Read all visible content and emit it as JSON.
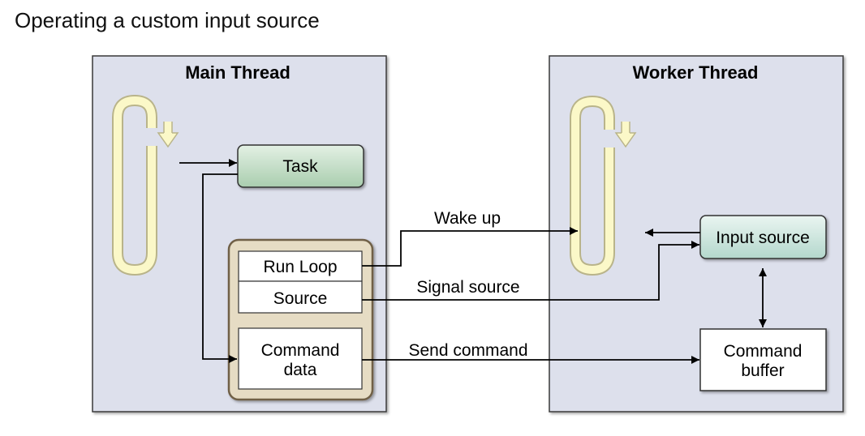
{
  "caption": "Operating a custom input source",
  "main_thread": {
    "title": "Main Thread",
    "task": "Task",
    "run_loop": "Run Loop",
    "source": "Source",
    "command_data": [
      "Command",
      "data"
    ]
  },
  "worker_thread": {
    "title": "Worker Thread",
    "input_source": "Input source",
    "command_buffer": [
      "Command",
      "buffer"
    ]
  },
  "connections": {
    "wake_up": "Wake up",
    "signal_source": "Signal source",
    "send_command": "Send command"
  },
  "colors": {
    "panel_fill": "#dde0ec",
    "loop_fill": "#fbf8c8",
    "loop_stroke": "#b9b48a",
    "task_fill": "#c0dbc3",
    "input_fill": "#cbe5de",
    "container_fill": "#e6dcc4",
    "container_stroke": "#6f6046"
  }
}
